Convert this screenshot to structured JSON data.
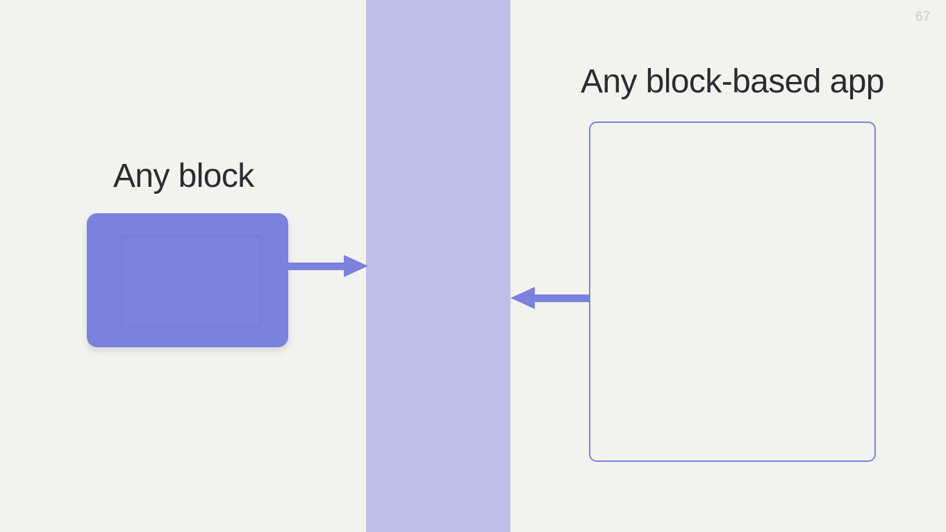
{
  "slide": {
    "page_number": "67",
    "background_color": "#f2f3ee",
    "accent_color": "#7b82de",
    "band_color": "#bdc1ea",
    "text_color": "#2b2b33",
    "page_number_color": "#c9cac4"
  },
  "left": {
    "label": "Any block",
    "shape_name": "purple-rounded-block"
  },
  "connector": {
    "arrow_right_name": "arrow-right",
    "arrow_left_name": "arrow-left",
    "band_name": "center-band"
  },
  "right": {
    "label": "Any block-based app",
    "shape_name": "app-outline-frame"
  }
}
